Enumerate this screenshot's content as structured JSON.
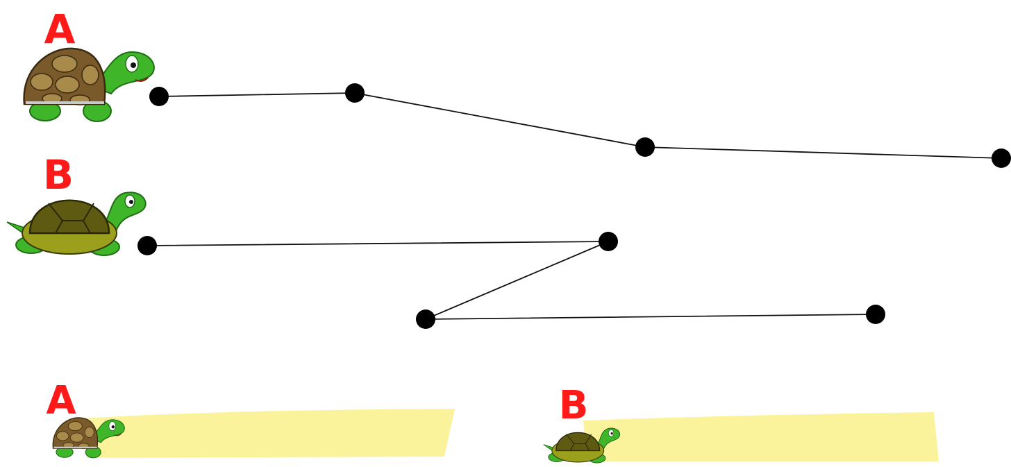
{
  "turtles": [
    {
      "label": "A",
      "style": "tortoise"
    },
    {
      "label": "B",
      "style": "green-shell"
    }
  ],
  "paths": [
    {
      "turtle": "A",
      "points": 4
    },
    {
      "turtle": "B",
      "points": 4
    }
  ],
  "answer_boxes": [
    {
      "label": "A",
      "value": ""
    },
    {
      "label": "B",
      "value": ""
    }
  ],
  "colors": {
    "label": "#ff1a1a",
    "dot": "#000000",
    "line": "#111111",
    "answer_box": "#fbf39c",
    "shell_a": "#7a5a2a",
    "shell_b": "#5e5a12",
    "skin": "#3fb52a"
  }
}
